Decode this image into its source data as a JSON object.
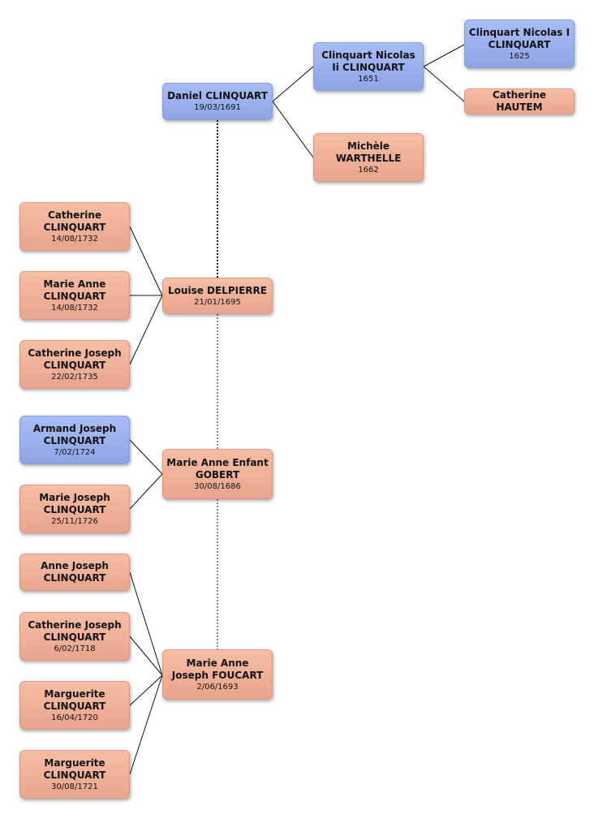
{
  "colors": {
    "male": "#9cb0ee",
    "female": "#f0b299",
    "line": "#111111"
  },
  "nodes": {
    "daniel": {
      "name": "Daniel CLINQUART",
      "date": "19/03/1691",
      "gender": "male"
    },
    "nicolas_ii": {
      "name": "Clinquart Nicolas Ii CLINQUART",
      "date": "1651",
      "gender": "male"
    },
    "nicolas_i": {
      "name": "Clinquart Nicolas I CLINQUART",
      "date": "1625",
      "gender": "male"
    },
    "catherine_hautem": {
      "name": "Catherine HAUTEM",
      "date": "",
      "gender": "female"
    },
    "michele": {
      "name": "Michèle WARTHELLE",
      "date": "1662",
      "gender": "female"
    },
    "louise": {
      "name": "Louise DELPIERRE",
      "date": "21/01/1695",
      "gender": "female"
    },
    "catherine_1732": {
      "name": "Catherine CLINQUART",
      "date": "14/08/1732",
      "gender": "female"
    },
    "marie_anne_1732": {
      "name": "Marie Anne CLINQUART",
      "date": "14/08/1732",
      "gender": "female"
    },
    "catherine_joseph_1735": {
      "name": "Catherine Joseph CLINQUART",
      "date": "22/02/1735",
      "gender": "female"
    },
    "marie_anne_enfant": {
      "name": "Marie Anne Enfant GOBERT",
      "date": "30/08/1686",
      "gender": "female"
    },
    "armand": {
      "name": "Armand Joseph CLINQUART",
      "date": "7/02/1724",
      "gender": "male"
    },
    "marie_joseph": {
      "name": "Marie Joseph CLINQUART",
      "date": "25/11/1726",
      "gender": "female"
    },
    "marie_anne_joseph": {
      "name": "Marie Anne Joseph FOUCART",
      "date": "2/06/1693",
      "gender": "female"
    },
    "anne_joseph": {
      "name": "Anne Joseph CLINQUART",
      "date": "",
      "gender": "female"
    },
    "catherine_joseph_1718": {
      "name": "Catherine Joseph CLINQUART",
      "date": "6/02/1718",
      "gender": "female"
    },
    "marguerite_1720": {
      "name": "Marguerite CLINQUART",
      "date": "16/04/1720",
      "gender": "female"
    },
    "marguerite_1721": {
      "name": "Marguerite CLINQUART",
      "date": "30/08/1721",
      "gender": "female"
    }
  }
}
